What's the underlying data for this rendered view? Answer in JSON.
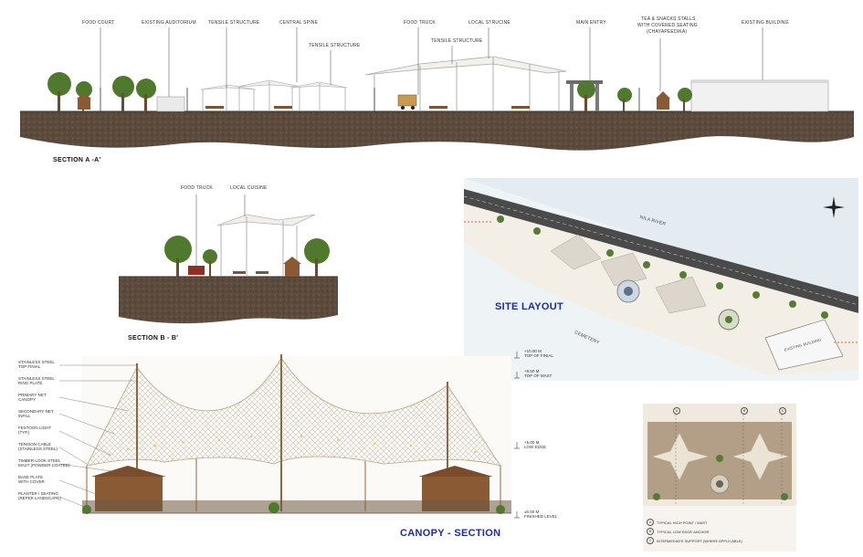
{
  "section_a": {
    "title": "SECTION A -A'",
    "labels": {
      "food_court": "FOOD COURT",
      "existing_auditorium": "EXISTING AUDITORIUM",
      "tensile_structure_1": "TENSILE STRUCTURE",
      "central_spine": "CENTRAL SPINE",
      "tensile_structure_2": "TENSILE STRUCTURE",
      "food_truck": "FOOD TRUCK",
      "local_cuisine": "LOCAL STRUCINE",
      "tensile_structure_3": "TENSILE STRUCTURE",
      "main_entry": "MAIN ENTRY",
      "tea_stalls_1": "TEA & SNACKS STALLS",
      "tea_stalls_2": "WITH COVERED SEATING",
      "tea_stalls_3": "(CHAYAPEEDIKA)",
      "existing_building": "EXISTING BUILDING"
    }
  },
  "section_b": {
    "title": "SECTION B - B'",
    "labels": {
      "food_truck": "FOOD TRUCK",
      "local_cuisine": "LOCAL CUISINE"
    }
  },
  "site_layout": {
    "title": "SITE LAYOUT",
    "labels": {
      "river": "NILA RIVER",
      "cemetery": "CEMETERY",
      "building": "EXISTING BUILDING"
    }
  },
  "canopy_section": {
    "title": "CANOPY - SECTION",
    "left_labels": [
      {
        "l1": "STAINLESS STEEL",
        "l2": "TOP FINIAL"
      },
      {
        "l1": "STAINLESS STEEL",
        "l2": "RING PLATE"
      },
      {
        "l1": "PRIMARY NET",
        "l2": "CANOPY"
      },
      {
        "l1": "SECONDARY NET",
        "l2": "INFILL"
      },
      {
        "l1": "FESTOON LIGHT",
        "l2": "(TYP.)"
      },
      {
        "l1": "TENSION CABLE",
        "l2": "(STAINLESS STEEL)"
      },
      {
        "l1": "TIMBER-LOOK STEEL",
        "l2": "MAST (POWDER COATED)"
      },
      {
        "l1": "BASE PLATE",
        "l2": "WITH COVER"
      },
      {
        "l1": "PLANTER / SEATING",
        "l2": "(REFER LANDSCAPE)"
      }
    ],
    "levels": [
      {
        "v": "+10.00 m",
        "t": "TOP OF FINIAL"
      },
      {
        "v": "+9.50 m",
        "t": "TOP OF MAST"
      },
      {
        "v": "+5.00 m",
        "t": "LOW EDGE"
      },
      {
        "v": "±0.00 m",
        "t": "FINISHED LEVEL"
      }
    ]
  },
  "canopy_plan": {
    "grid": [
      "A",
      "B",
      "C"
    ],
    "legend": [
      {
        "k": "A",
        "t": "TYPICAL HIGH POINT / MAST"
      },
      {
        "k": "B",
        "t": "TYPICAL LOW EDGE ANCHOR"
      },
      {
        "k": "C",
        "t": "INTERMEDIATE SUPPORT (WHERE APPLICABLE)"
      }
    ]
  },
  "colors": {
    "accent_title": "#1f2aa8",
    "soil": "#5a4a3c",
    "tree": "#4f7a2e",
    "canvas": "#efe9df",
    "mast": "#8b6a43"
  }
}
